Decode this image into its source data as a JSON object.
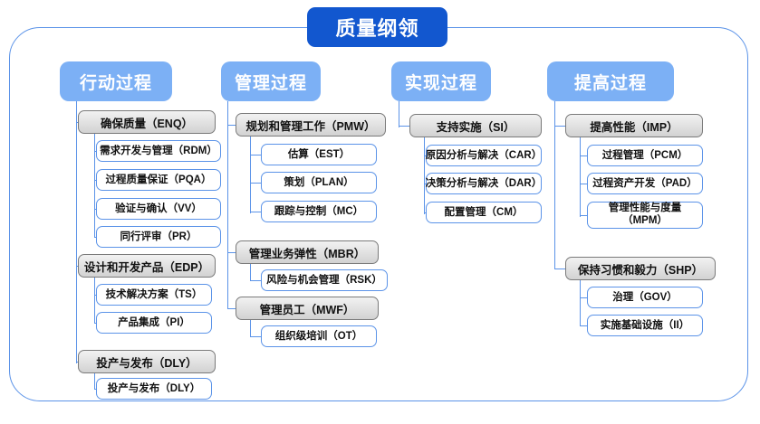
{
  "diagram": {
    "root": {
      "label": "质量纲领"
    },
    "columns": [
      {
        "id": "col-action",
        "header": "行动过程",
        "groups": [
          {
            "label": "确保质量（ENQ）",
            "children": [
              "需求开发与管理（RDM）",
              "过程质量保证（PQA）",
              "验证与确认（VV）",
              "同行评审（PR）"
            ]
          },
          {
            "label": "设计和开发产品（EDP）",
            "children": [
              "技术解决方案（TS）",
              "产品集成（PI）"
            ]
          },
          {
            "label": "投产与发布（DLY）",
            "children": [
              "投产与发布（DLY）"
            ]
          }
        ]
      },
      {
        "id": "col-manage",
        "header": "管理过程",
        "groups": [
          {
            "label": "规划和管理工作（PMW）",
            "children": [
              "估算（EST）",
              "策划（PLAN）",
              "跟踪与控制（MC）"
            ]
          },
          {
            "label": "管理业务弹性（MBR）",
            "children": [
              "风险与机会管理（RSK）"
            ]
          },
          {
            "label": "管理员工（MWF）",
            "children": [
              "组织级培训（OT）"
            ]
          }
        ]
      },
      {
        "id": "col-realize",
        "header": "实现过程",
        "groups": [
          {
            "label": "支持实施（SI）",
            "children": [
              "原因分析与解决（CAR）",
              "决策分析与解决（DAR）",
              "配置管理（CM）"
            ]
          }
        ]
      },
      {
        "id": "col-improve",
        "header": "提高过程",
        "groups": [
          {
            "label": "提高性能（IMP）",
            "children": [
              "过程管理（PCM）",
              "过程资产开发（PAD）",
              "管理性能与度量\n（MPM）"
            ]
          },
          {
            "label": "保持习惯和毅力（SHP）",
            "children": [
              "治理（GOV）",
              "实施基础设施（II）"
            ]
          }
        ]
      }
    ],
    "colors": {
      "root_fill": "#1257cf",
      "header_fill": "#7cb0f5",
      "group_border": "#7a7a7a",
      "leaf_border": "#5b93e8",
      "frame_border": "#5b93e8",
      "connector": "#5b93e8",
      "text": "#111111"
    }
  }
}
